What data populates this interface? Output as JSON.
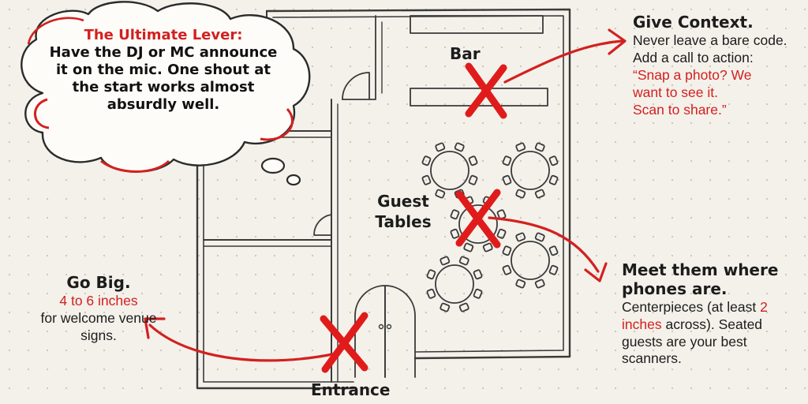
{
  "cloud": {
    "title": "The Ultimate Lever:",
    "body": "Have the DJ or MC announce it on the mic. One shout at the start works almost absurdly well."
  },
  "floorplan": {
    "bar_label": "Bar",
    "tables_label_line1": "Guest",
    "tables_label_line2": "Tables",
    "entrance_label": "Entrance"
  },
  "context_note": {
    "heading": "Give Context.",
    "text": "Never leave a bare code. Add a call to action:",
    "quote_line1": "“Snap a photo? We",
    "quote_line2": "want to see it.",
    "quote_line3": "Scan to share.”"
  },
  "phones_note": {
    "heading_line1": "Meet them where",
    "heading_line2": "phones are.",
    "text_before": "Centerpieces (at least",
    "highlight": "2 inches",
    "text_after": "across). Seated guests are your best scanners."
  },
  "bigsign_note": {
    "heading": "Go Big.",
    "highlight": "4 to 6 inches",
    "text": "for welcome venue signs."
  },
  "colors": {
    "accent_red": "#d32020",
    "ink": "#2b2b2b",
    "paper": "#f3f1ea"
  },
  "icons": [
    "thought-cloud-icon",
    "x-mark-icon",
    "curved-arrow-icon",
    "round-table-icon",
    "door-icon"
  ]
}
